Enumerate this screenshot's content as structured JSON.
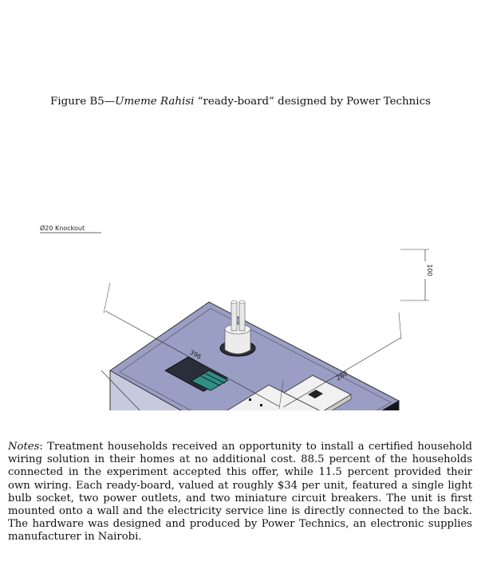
{
  "caption": {
    "prefix": "Figure B5—",
    "italic": "Umeme Rahisi",
    "suffix": " “ready-board” designed by Power Technics"
  },
  "figure": {
    "knockout_label": "Ø20 Knockout",
    "dim_length": "396",
    "dim_width": "280",
    "dim_height": "100"
  },
  "notes": {
    "label": "Notes",
    "text": ": Treatment households received an opportunity to install a certified household wiring solution in their homes at no additional cost.  88.5 percent of the households connected in the experiment accepted this offer, while 11.5 percent provided their own wiring.  Each ready-board, valued at roughly $34 per unit, featured a single light bulb socket, two power outlets, and two miniature circuit breakers. The unit is first mounted onto a wall and the electricity service line is directly connected to the back.  The hardware was designed and produced by Power Technics, an electronic supplies manufacturer in Nairobi."
  }
}
